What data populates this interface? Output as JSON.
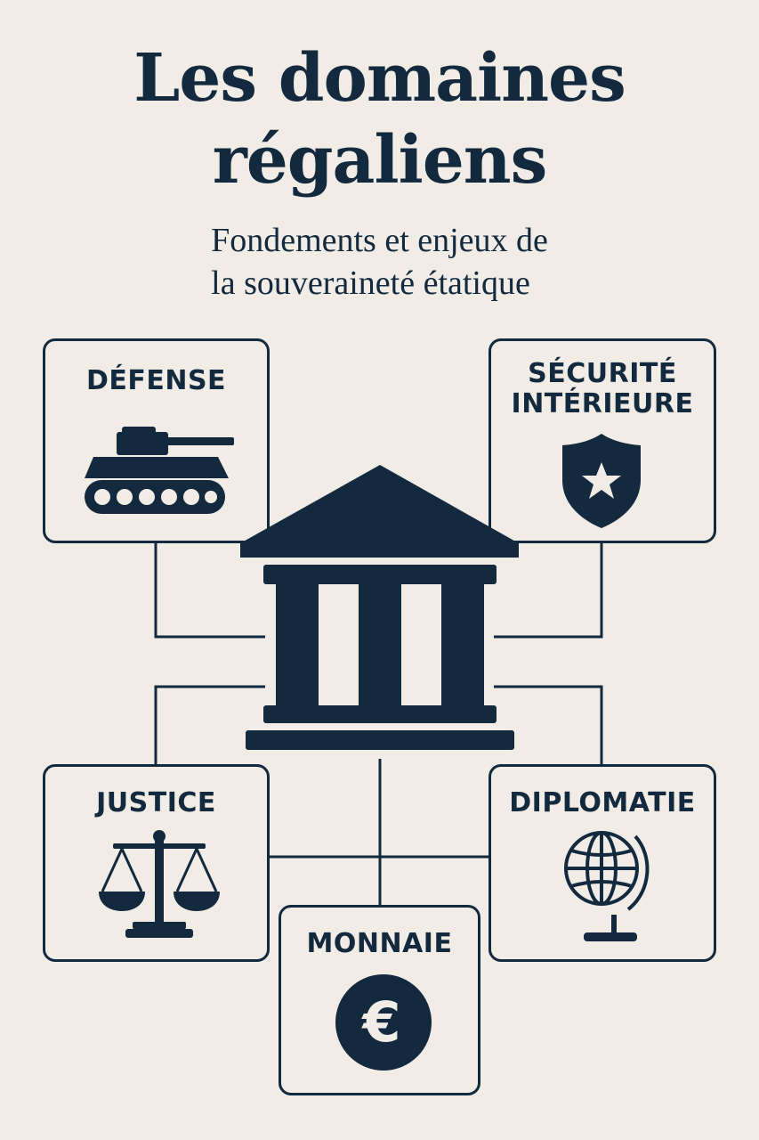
{
  "header": {
    "title_line1": "Les domaines",
    "title_line2": "régaliens",
    "subtitle_line1": "Fondements et enjeux de",
    "subtitle_line2": "la souveraineté étatique"
  },
  "domains": {
    "defense": {
      "label": "DÉFENSE",
      "icon": "tank-icon"
    },
    "securite": {
      "label_line1": "SÉCURITÉ",
      "label_line2": "INTÉRIEURE",
      "icon": "shield-star-icon"
    },
    "justice": {
      "label": "JUSTICE",
      "icon": "scales-icon"
    },
    "diplomatie": {
      "label": "DIPLOMATIE",
      "icon": "globe-icon"
    },
    "monnaie": {
      "label": "MONNAIE",
      "icon": "euro-coin-icon",
      "symbol": "€"
    }
  },
  "center": {
    "icon": "state-building-icon"
  },
  "colors": {
    "background": "#f1ede6",
    "ink": "#13293d"
  }
}
